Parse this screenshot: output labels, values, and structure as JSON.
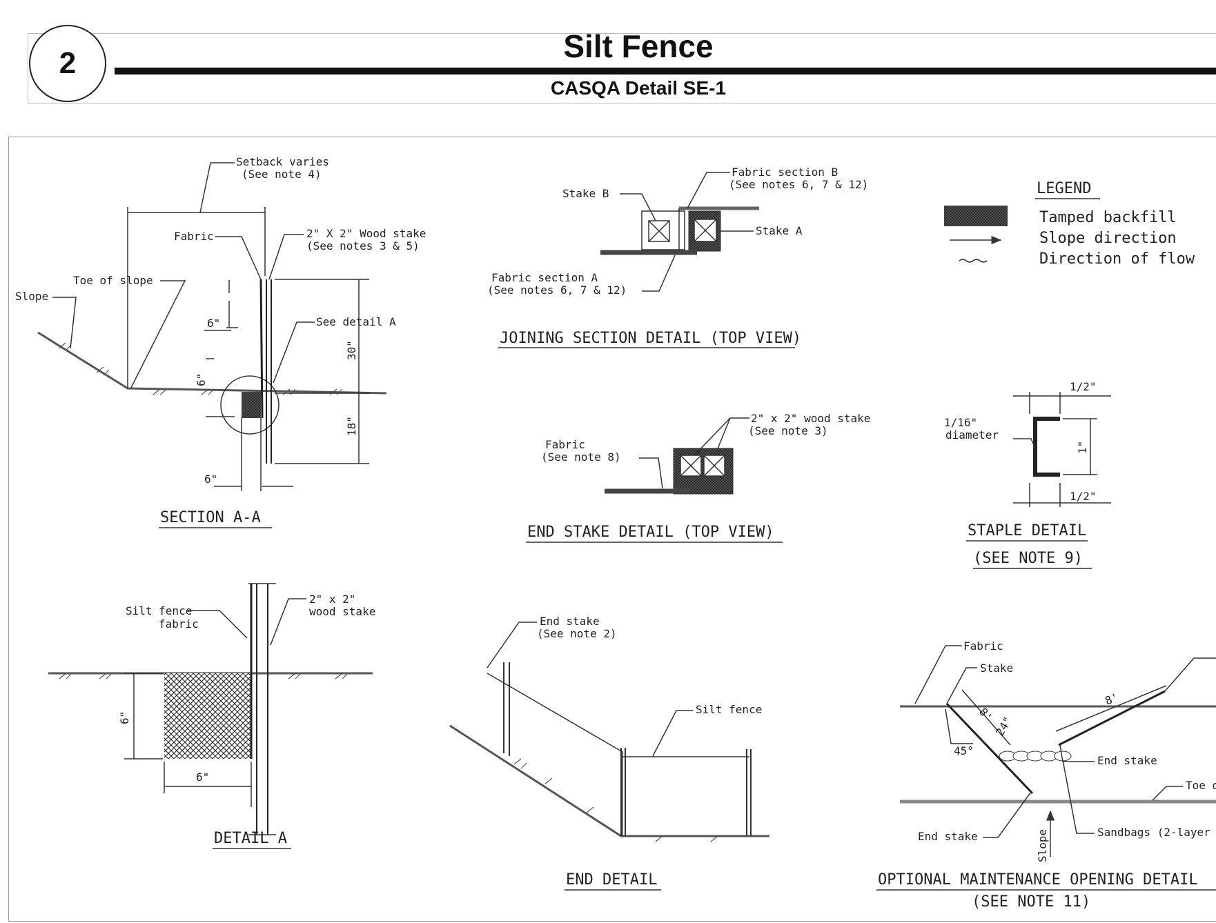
{
  "header": {
    "sheet_number": "2",
    "title": "Silt Fence",
    "subtitle": "CASQA Detail SE-1"
  },
  "legend": {
    "heading": "LEGEND",
    "items": [
      {
        "label": "Tamped backfill",
        "icon": "hatched-swatch"
      },
      {
        "label": "Slope direction",
        "icon": "arrow"
      },
      {
        "label": "Direction of flow",
        "icon": "wavy-arrow"
      }
    ]
  },
  "section_aa": {
    "caption": "SECTION A-A",
    "setback_1": "Setback varies",
    "setback_2": "(See note 4)",
    "fabric": "Fabric",
    "stake_1": "2\" X 2\" Wood stake",
    "stake_2": "(See notes 3 & 5)",
    "toe": "Toe of slope",
    "slope": "Slope",
    "see_detail": "See detail A",
    "dim_6_top": "6\"",
    "dim_6_side": "6\"",
    "dim_30": "30\"",
    "dim_18": "18\"",
    "dim_6_bottom": "6\""
  },
  "joining": {
    "caption": "JOINING SECTION DETAIL (TOP VIEW)",
    "stake_b": "Stake B",
    "fabric_b_1": "Fabric section B",
    "fabric_b_2": "(See notes 6, 7 & 12)",
    "stake_a": "Stake A",
    "fabric_a_1": "Fabric section A",
    "fabric_a_2": "(See notes 6, 7 & 12)"
  },
  "end_stake": {
    "caption": "END STAKE DETAIL (TOP VIEW)",
    "stake_1": "2\" x 2\" wood stake",
    "stake_2": "(See note 3)",
    "fabric_1": "Fabric",
    "fabric_2": "(See note 8)"
  },
  "staple": {
    "caption": "STAPLE DETAIL",
    "note": "(SEE NOTE 9)",
    "half_top": "1/2\"",
    "half_bottom": "1/2\"",
    "diam_1": "1/16\"",
    "diam_2": "diameter",
    "one": "1\""
  },
  "detail_a": {
    "caption": "DETAIL A",
    "fabric_1": "Silt fence",
    "fabric_2": "fabric",
    "stake_1": "2\" x 2\"",
    "stake_2": "wood stake",
    "dim_v": "6\"",
    "dim_h": "6\""
  },
  "end_detail": {
    "caption": "END DETAIL",
    "end_stake_1": "End stake",
    "end_stake_2": "(See note 2)",
    "silt_fence": "Silt fence"
  },
  "maintenance": {
    "caption": "OPTIONAL MAINTENANCE OPENING DETAIL",
    "note": "(SEE NOTE 11)",
    "fabric": "Fabric",
    "stake": "Stake",
    "dim_8a": "8'",
    "dim_8b": "8'",
    "dim_24": "24\"",
    "angle": "45°",
    "end_stake_r": "End stake",
    "end_stake_l": "End stake",
    "toe": "Toe o",
    "sandbags": "Sandbags (2-layer",
    "slope": "Slope"
  }
}
